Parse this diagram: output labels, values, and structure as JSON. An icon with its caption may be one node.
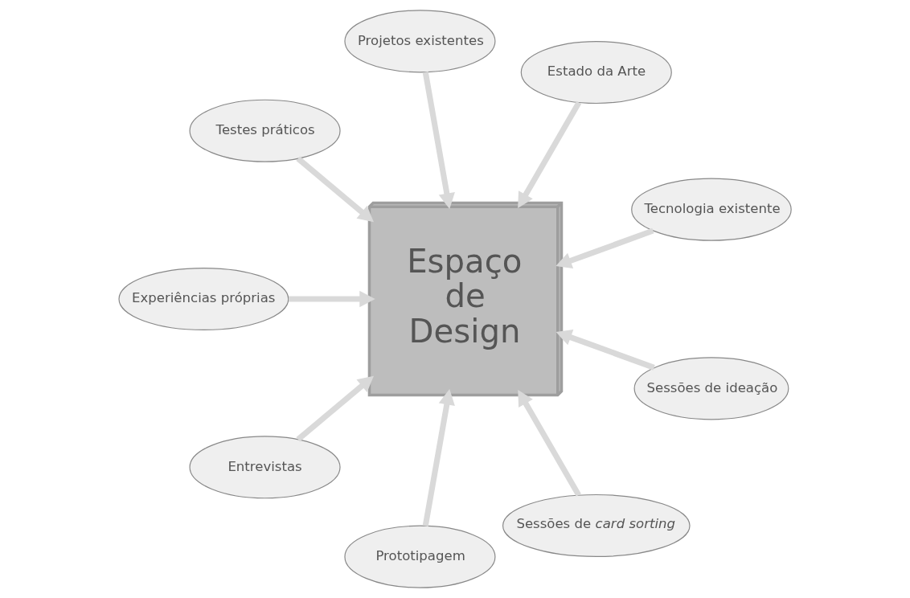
{
  "diagram": {
    "nodes": [
      {
        "text": [
          "Tecnologia existente"
        ]
      },
      {
        "text": [
          "Estado da Arte"
        ]
      },
      {
        "text": [
          "Projetos existentes"
        ]
      },
      {
        "text": [
          "Espaço de Design"
        ]
      },
      {
        "text": [
          "Testes práticos"
        ]
      },
      {
        "text": [
          "Experiências próprias"
        ]
      },
      {
        "text": [
          "Entrevistas"
        ]
      },
      {
        "text": [
          "Prototipagem"
        ]
      },
      {
        "text": [
          "Sessões de *card sorting*"
        ]
      },
      {
        "text": [
          "Sessões de ideação"
        ]
      }
    ],
    "edges": [
      {
        "from": 0,
        "to": 3,
        "arrow": "to"
      },
      {
        "from": 1,
        "to": 3,
        "arrow": "to"
      },
      {
        "from": 2,
        "to": 3,
        "arrow": "to"
      },
      {
        "from": 4,
        "to": 3,
        "arrow": "to"
      },
      {
        "from": 5,
        "to": 3,
        "arrow": "to"
      },
      {
        "from": 6,
        "to": 3,
        "arrow": "to"
      },
      {
        "from": 7,
        "to": 3,
        "arrow": "to"
      },
      {
        "from": 8,
        "to": 3,
        "arrow": "to"
      },
      {
        "from": 9,
        "to": 3,
        "arrow": "to"
      }
    ]
  }
}
